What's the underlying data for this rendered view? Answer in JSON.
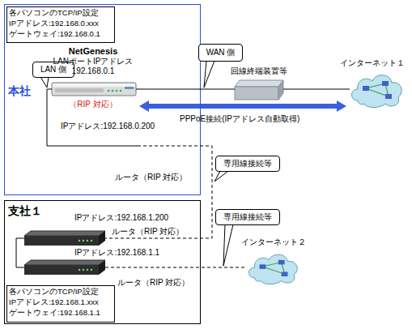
{
  "diagram": {
    "nodes": [
      {
        "text": [
          "本社"
        ]
      },
      {
        "text": [
          "各パソコンのTCP/IP設定",
          "IPアドレス:192.168.0.xxx",
          "ゲートウェイ:192.168.0.1"
        ],
        "in": 0
      },
      {
        "text": [
          "LAN 側"
        ],
        "in": 0
      },
      {
        "text": [
          "NetGenesis",
          "LANポートIPアドレス 192.168.0.1",
          "（RIP 対応）"
        ],
        "in": 0
      },
      {
        "text": [
          "IPアドレス:192.168.0.200",
          "ルータ（RIP 対応）"
        ],
        "in": 0
      },
      {
        "text": [
          "WAN 側"
        ]
      },
      {
        "text": [
          "回線終端装置等"
        ]
      },
      {
        "text": [
          "インターネット１"
        ]
      },
      {
        "text": [
          "専用線接続等"
        ]
      },
      {
        "text": [
          "支社１"
        ]
      },
      {
        "text": [
          "IPアドレス:192.168.1.200",
          "ルータ（RIP 対応）"
        ],
        "in": 9
      },
      {
        "text": [
          "専用線接続等"
        ]
      },
      {
        "text": [
          "IPアドレス:192.168.1.1",
          "ルータ（RIP 対応）"
        ],
        "in": 9
      },
      {
        "text": [
          "インターネット２"
        ]
      },
      {
        "text": [
          "各パソコンのTCP/IP設定",
          "IPアドレス:192.168.1.xxx",
          "ゲートウェイ:192.168.1.1"
        ],
        "in": 9
      }
    ],
    "edges": [
      {
        "from": 3,
        "to": 4,
        "arrow": "none"
      },
      {
        "from": 3,
        "to": 6,
        "arrow": "none"
      },
      {
        "from": 6,
        "to": 7,
        "arrow": "none"
      },
      {
        "from": 4,
        "to": 10,
        "arrow": "none"
      },
      {
        "from": 10,
        "to": 12,
        "arrow": "none"
      },
      {
        "from": 12,
        "to": 13,
        "arrow": "none"
      }
    ],
    "labels": [
      "PPPoE接続(IPアドレス自動取得)"
    ]
  }
}
